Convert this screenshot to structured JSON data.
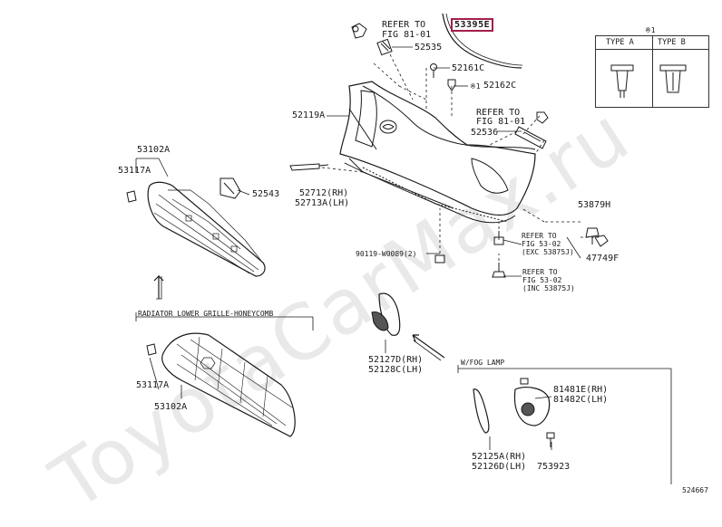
{
  "watermark": "ToyotaCarMax.ru",
  "callouts": {
    "refer_fig81_top_1": "REFER TO",
    "refer_fig81_top_2": "FIG 81-01",
    "p53395e": "53395E",
    "p52535": "52535",
    "p52161c": "52161C",
    "p52162c_mark": "※1",
    "p52162c": "52162C",
    "p52119a": "52119A",
    "refer_fig81_mid_1": "REFER TO",
    "refer_fig81_mid_2": "FIG 81-01",
    "p52536": "52536",
    "p53102a_top": "53102A",
    "p53117a_top": "53117A",
    "p52543": "52543",
    "p52712": "52712(RH)",
    "p52713a": "52713A(LH)",
    "p53879h": "53879H",
    "refer_fig53_a_1": "REFER TO",
    "refer_fig53_a_2": "FIG 53-02",
    "refer_fig53_a_3": "(EXC 53875J)",
    "p47749f": "47749F",
    "p90119": "90119-W0089(2)",
    "refer_fig53_b_1": "REFER TO",
    "refer_fig53_b_2": "FIG 53-02",
    "refer_fig53_b_3": "(INC 53875J)",
    "honeycomb_label": "RADIATOR LOWER GRILLE-HONEYCOMB",
    "p53117a_bot": "53117A",
    "p53102a_bot": "53102A",
    "p52127d": "52127D(RH)",
    "p52128c": "52128C(LH)",
    "wfog_label": "W/FOG LAMP",
    "p81481e": "81481E(RH)",
    "p81482c": "81482C(LH)",
    "p52125a": "52125A(RH)",
    "p52126d": "52126D(LH)",
    "p753923": "753923",
    "fig_number": "524667"
  },
  "legend": {
    "mark": "※1",
    "type_a": "TYPE A",
    "type_b": "TYPE B"
  }
}
